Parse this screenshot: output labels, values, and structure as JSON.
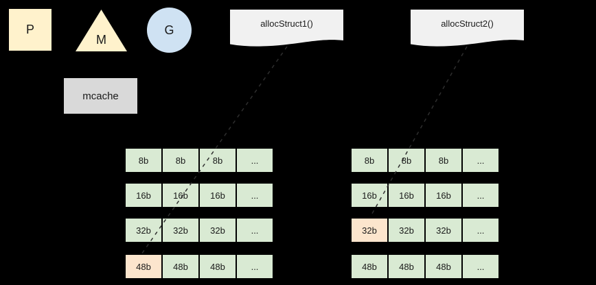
{
  "colors": {
    "background": "#000000",
    "warm_yellow": "#fff2cc",
    "light_blue": "#cfe2f3",
    "gray": "#d9d9d9",
    "document_fill": "#f1f1f1",
    "cell_green": "#d9ead3",
    "cell_highlight": "#fce5cd",
    "connector": "#2e2e2e",
    "text": "#1a1a1a"
  },
  "nodes": {
    "p": {
      "label": "P",
      "shape": "square"
    },
    "m": {
      "label": "M",
      "shape": "triangle"
    },
    "g": {
      "label": "G",
      "shape": "circle"
    },
    "mcache": {
      "label": "mcache",
      "shape": "rectangle"
    },
    "alloc1": {
      "label": "allocStruct1()",
      "shape": "document"
    },
    "alloc2": {
      "label": "allocStruct2()",
      "shape": "document"
    }
  },
  "tables": {
    "left": {
      "rows": [
        {
          "cells": [
            "8b",
            "8b",
            "8b",
            "..."
          ]
        },
        {
          "cells": [
            "16b",
            "16b",
            "16b",
            "..."
          ]
        },
        {
          "cells": [
            "32b",
            "32b",
            "32b",
            "..."
          ]
        },
        {
          "cells": [
            "48b",
            "48b",
            "48b",
            "..."
          ]
        }
      ],
      "highlight": {
        "row": 3,
        "col": 0
      }
    },
    "right": {
      "rows": [
        {
          "cells": [
            "8b",
            "8b",
            "8b",
            "..."
          ]
        },
        {
          "cells": [
            "16b",
            "16b",
            "16b",
            "..."
          ]
        },
        {
          "cells": [
            "32b",
            "32b",
            "32b",
            "..."
          ]
        },
        {
          "cells": [
            "48b",
            "48b",
            "48b",
            "..."
          ]
        }
      ],
      "highlight": {
        "row": 2,
        "col": 0
      }
    }
  },
  "connectors": [
    {
      "from": "allocStruct1()",
      "to": "left table 48b cell",
      "style": "dashed"
    },
    {
      "from": "allocStruct2()",
      "to": "right table 32b cell",
      "style": "dashed"
    }
  ]
}
